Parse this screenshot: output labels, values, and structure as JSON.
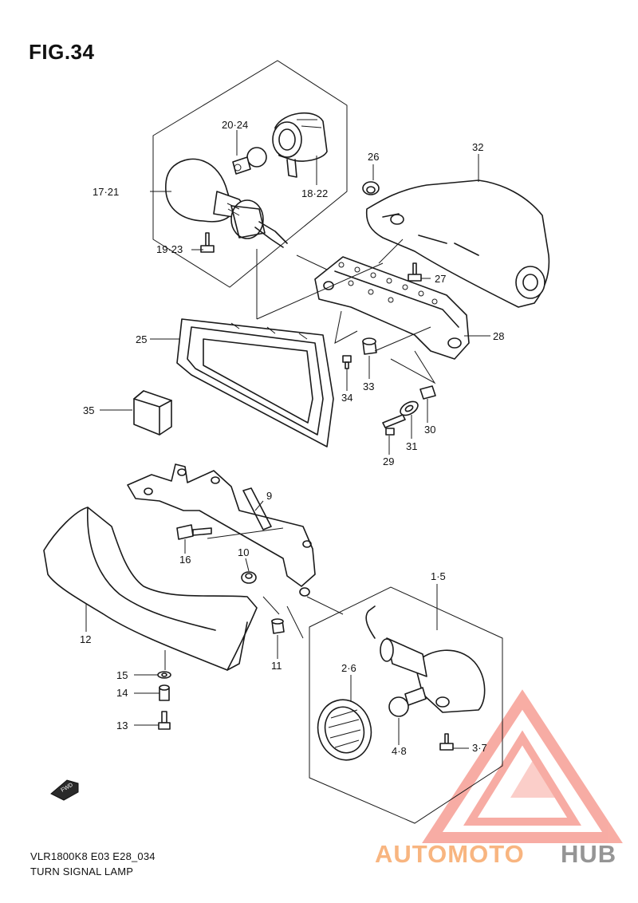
{
  "figure_title": "FIG.34",
  "footer": {
    "model_code": "VLR1800K8 E03 E28_034",
    "section_name": "TURN SIGNAL LAMP"
  },
  "direction_marker": "FWD",
  "watermark": {
    "brand_a": "AUTOMOTO",
    "brand_b": "HUB",
    "color_accent": "#f26a5a",
    "color_secondary": "#8a8a8a",
    "color_light": "#f7b45c"
  },
  "callouts": [
    {
      "id": "c-20-24",
      "label": "20·24"
    },
    {
      "id": "c-17-21",
      "label": "17·21"
    },
    {
      "id": "c-18-22",
      "label": "18·22"
    },
    {
      "id": "c-19-23",
      "label": "19·23"
    },
    {
      "id": "c-26",
      "label": "26"
    },
    {
      "id": "c-32",
      "label": "32"
    },
    {
      "id": "c-27",
      "label": "27"
    },
    {
      "id": "c-25",
      "label": "25"
    },
    {
      "id": "c-28",
      "label": "28"
    },
    {
      "id": "c-34",
      "label": "34"
    },
    {
      "id": "c-33",
      "label": "33"
    },
    {
      "id": "c-35",
      "label": "35"
    },
    {
      "id": "c-29",
      "label": "29"
    },
    {
      "id": "c-31",
      "label": "31"
    },
    {
      "id": "c-30",
      "label": "30"
    },
    {
      "id": "c-9",
      "label": "9"
    },
    {
      "id": "c-16",
      "label": "16"
    },
    {
      "id": "c-10",
      "label": "10"
    },
    {
      "id": "c-12",
      "label": "12"
    },
    {
      "id": "c-11",
      "label": "11"
    },
    {
      "id": "c-15",
      "label": "15"
    },
    {
      "id": "c-14",
      "label": "14"
    },
    {
      "id": "c-13",
      "label": "13"
    },
    {
      "id": "c-1-5",
      "label": "1·5"
    },
    {
      "id": "c-2-6",
      "label": "2·6"
    },
    {
      "id": "c-4-8",
      "label": "4·8"
    },
    {
      "id": "c-3-7",
      "label": "3·7"
    }
  ]
}
